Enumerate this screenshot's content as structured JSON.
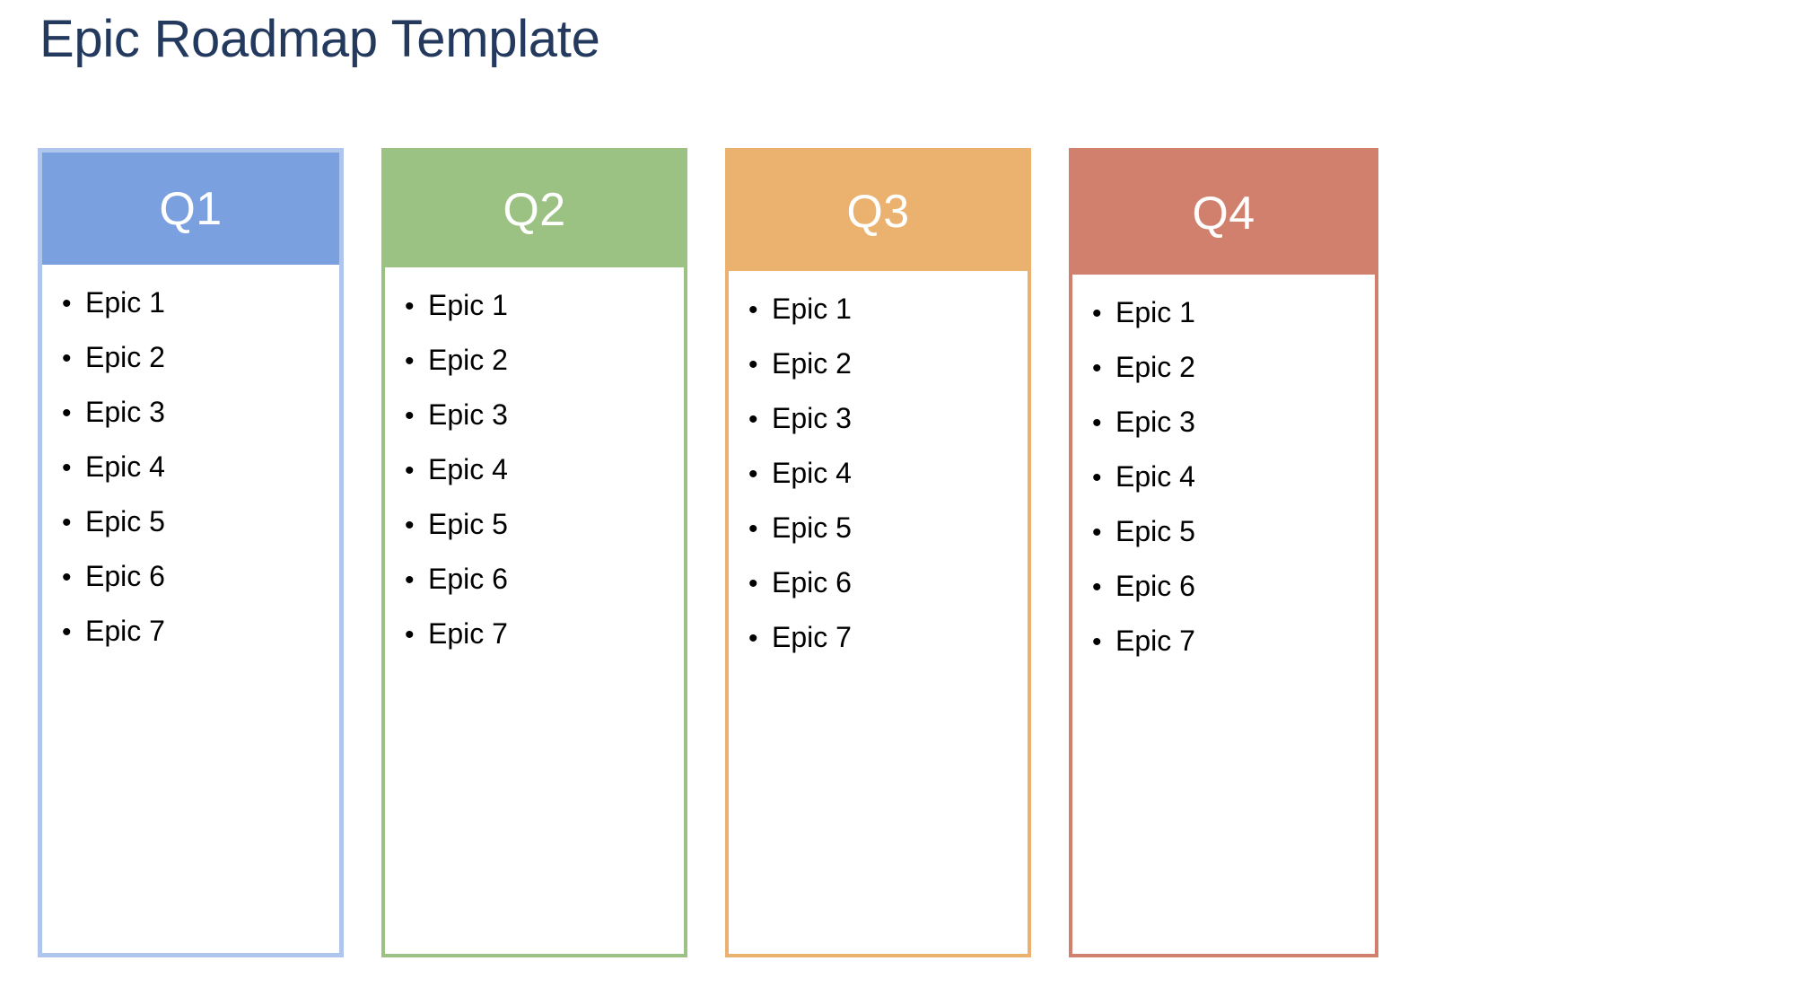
{
  "page": {
    "title": "Epic Roadmap Template",
    "background_color": "#ffffff",
    "title_color": "#23395d"
  },
  "board": {
    "bullet_glyph": "•",
    "columns": [
      {
        "id": "q1",
        "header_label": "Q1",
        "header_color": "#7ba0e0",
        "border_color": "#b0c5ee",
        "items": [
          {
            "label": "Epic 1"
          },
          {
            "label": "Epic 2"
          },
          {
            "label": "Epic 3"
          },
          {
            "label": "Epic 4"
          },
          {
            "label": "Epic 5"
          },
          {
            "label": "Epic 6"
          },
          {
            "label": "Epic 7"
          }
        ]
      },
      {
        "id": "q2",
        "header_label": "Q2",
        "header_color": "#9cc283",
        "border_color": "#9cc283",
        "items": [
          {
            "label": "Epic 1"
          },
          {
            "label": "Epic 2"
          },
          {
            "label": "Epic 3"
          },
          {
            "label": "Epic 4"
          },
          {
            "label": "Epic 5"
          },
          {
            "label": "Epic 6"
          },
          {
            "label": "Epic 7"
          }
        ]
      },
      {
        "id": "q3",
        "header_label": "Q3",
        "header_color": "#eab26e",
        "border_color": "#eab26e",
        "items": [
          {
            "label": "Epic 1"
          },
          {
            "label": "Epic 2"
          },
          {
            "label": "Epic 3"
          },
          {
            "label": "Epic 4"
          },
          {
            "label": "Epic 5"
          },
          {
            "label": "Epic 6"
          },
          {
            "label": "Epic 7"
          }
        ]
      },
      {
        "id": "q4",
        "header_label": "Q4",
        "header_color": "#d0806c",
        "border_color": "#d0806c",
        "items": [
          {
            "label": "Epic 1"
          },
          {
            "label": "Epic 2"
          },
          {
            "label": "Epic 3"
          },
          {
            "label": "Epic 4"
          },
          {
            "label": "Epic 5"
          },
          {
            "label": "Epic 6"
          },
          {
            "label": "Epic 7"
          }
        ]
      }
    ]
  }
}
